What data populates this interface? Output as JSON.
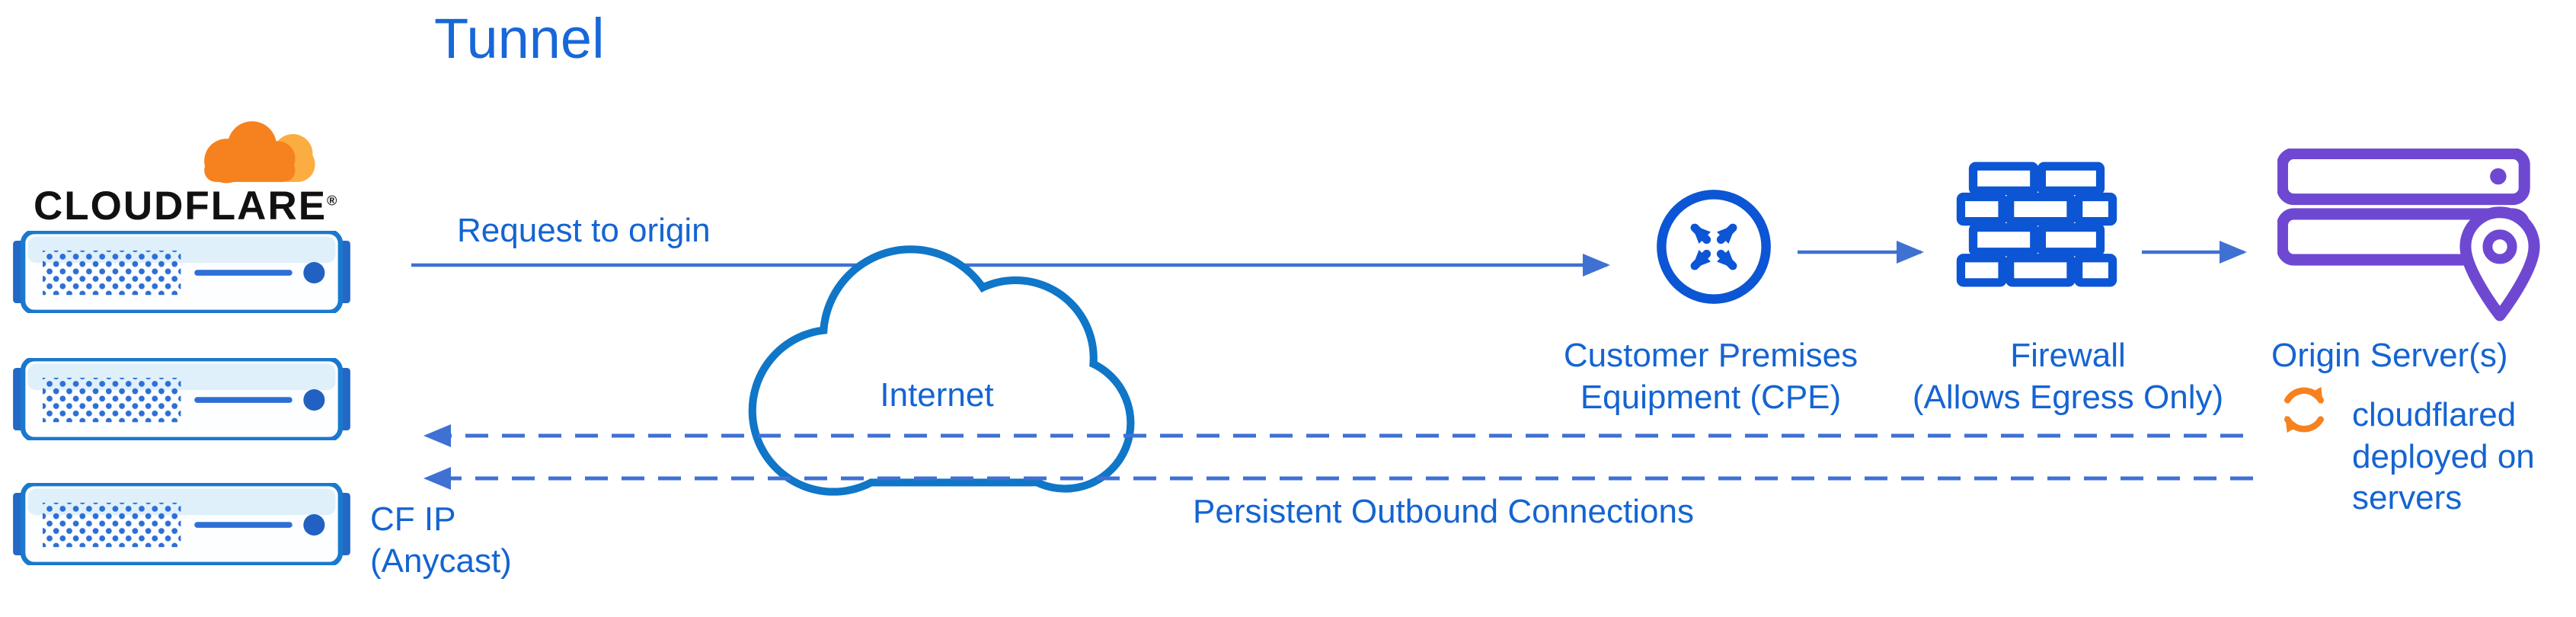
{
  "title": "Tunnel",
  "logo": {
    "text": "CLOUDFLARE",
    "registered": "®"
  },
  "nodes": {
    "cf_ip_label": "CF IP (Anycast)",
    "internet_label": "Internet",
    "cpe": {
      "line1": "Customer Premises",
      "line2": "Equipment (CPE)"
    },
    "firewall": {
      "line1": "Firewall",
      "line2": "(Allows Egress Only)"
    },
    "origin_label": "Origin Server(s)",
    "cloudflared_label": "cloudflared deployed on servers"
  },
  "edges": {
    "request_label": "Request to origin",
    "persistent_label": "Persistent Outbound Connections"
  },
  "icons": [
    "cloudflare-logo-cloud-icon",
    "server-rack-icon",
    "internet-cloud-icon",
    "cpe-router-icon",
    "firewall-icon",
    "origin-servers-icon",
    "sync-icon"
  ],
  "colors": {
    "text_blue": "#1464d2",
    "title_blue": "#1767d8",
    "icon_blue": "#0c55d4",
    "cloud_blue": "#0f76c8",
    "arrow_blue": "#3f71d3",
    "rack_blue": "#1a79ce",
    "orange": "#f6821f",
    "orange_light": "#fbad41",
    "purple": "#6f48d2",
    "logo_black": "#111111"
  }
}
